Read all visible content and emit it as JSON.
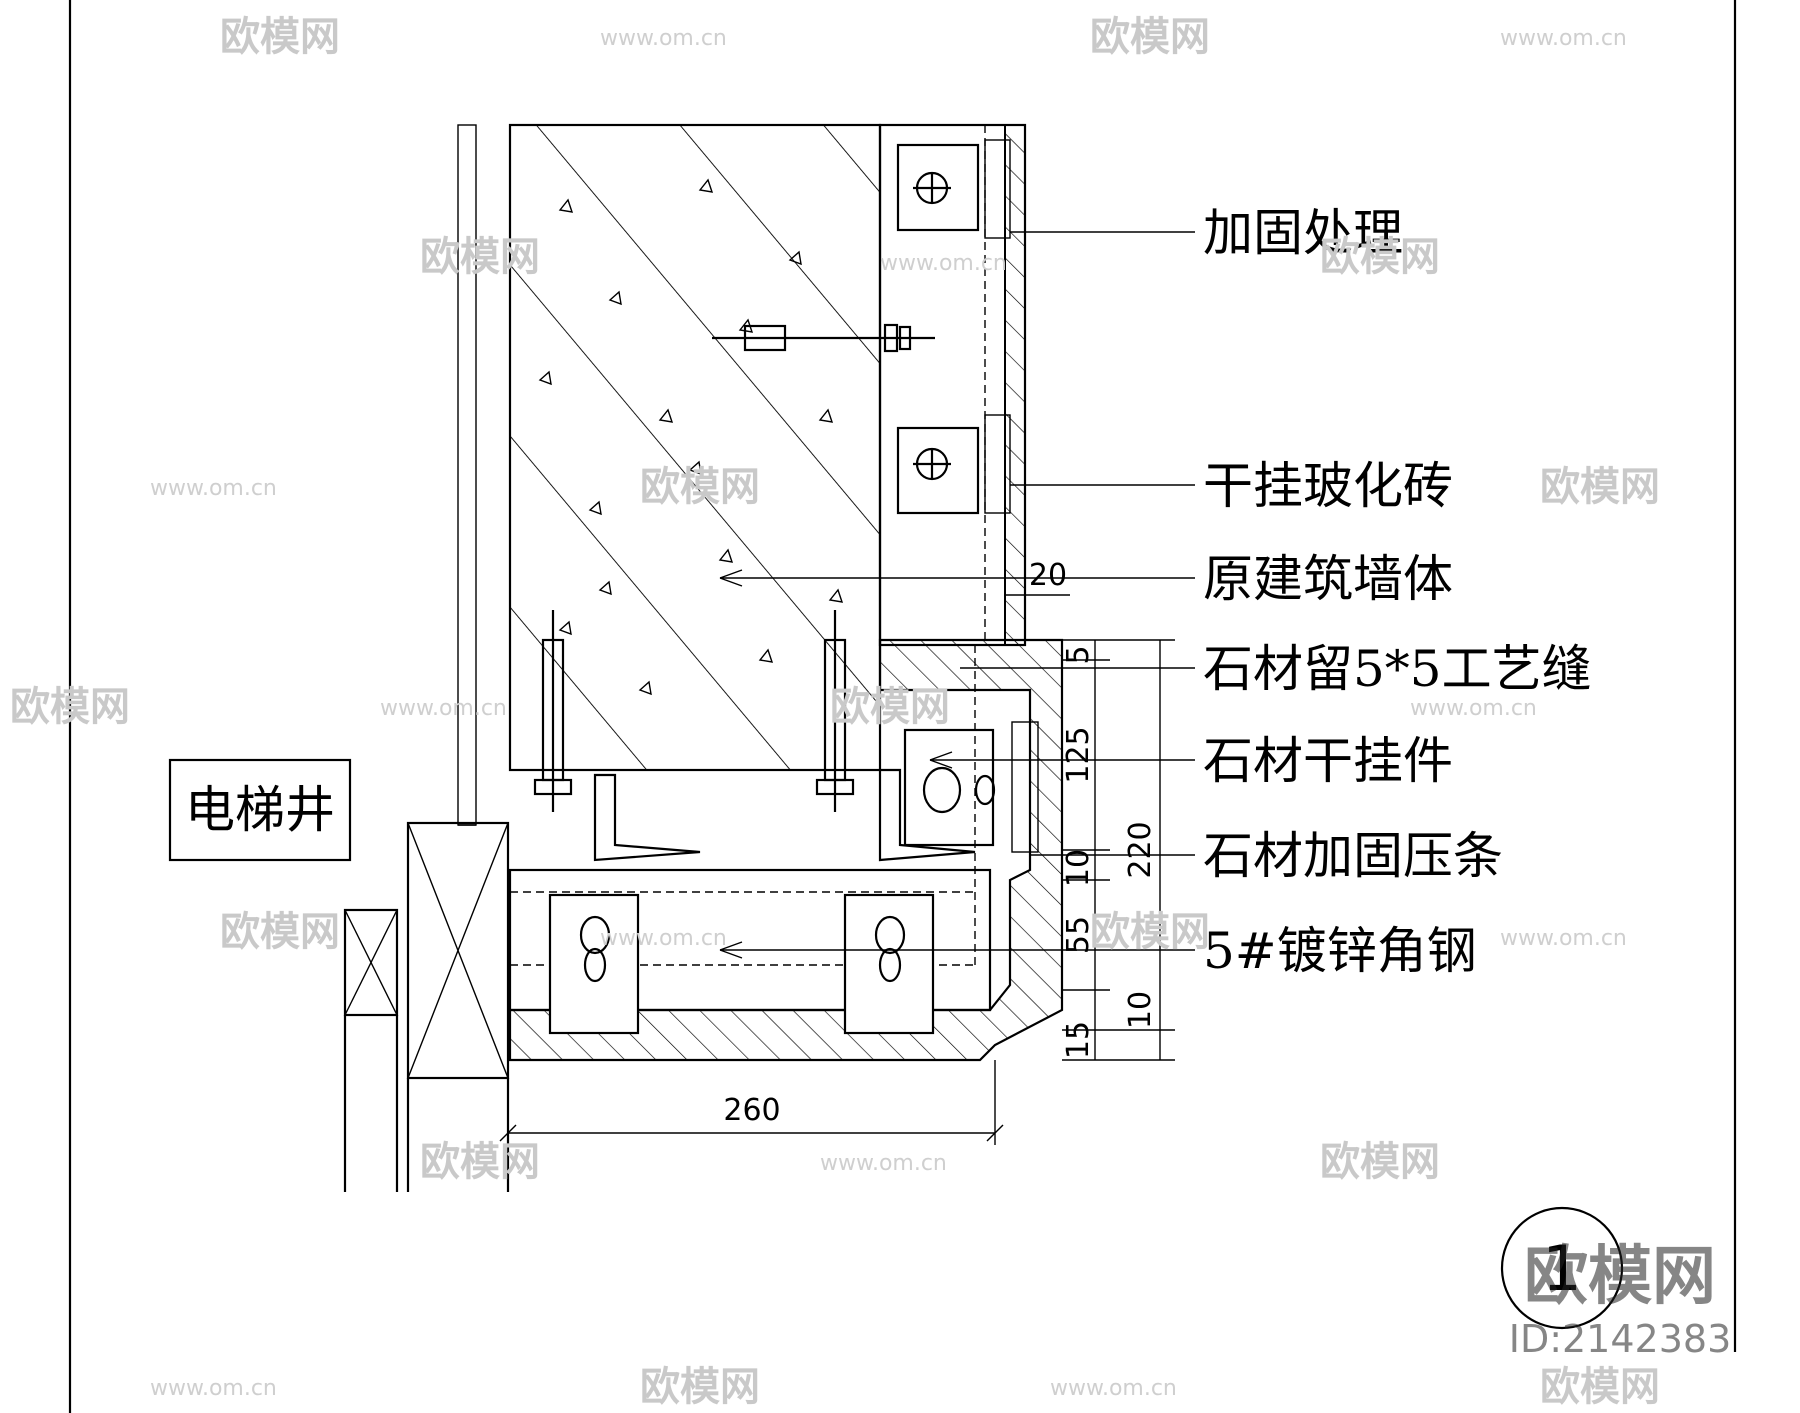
{
  "labels": {
    "reinforce": "加固处理",
    "tile": "干挂玻化砖",
    "wall": "原建筑墙体",
    "joint": "石材留5*5工艺缝",
    "hanger": "石材干挂件",
    "strip": "石材加固压条",
    "angle": "5#镀锌角钢",
    "elevator_shaft": "电梯井"
  },
  "dimensions": {
    "d20": "20",
    "d5": "5",
    "d125": "125",
    "d220": "220",
    "d10a": "10",
    "d55": "55",
    "d10b": "10",
    "d15": "15",
    "d260": "260"
  },
  "watermark": {
    "brand": "欧模网",
    "site": "www.om.cn",
    "id": "ID:2142383"
  },
  "colors": {
    "ink": "#000000",
    "watermark": "#c9c9c9"
  }
}
